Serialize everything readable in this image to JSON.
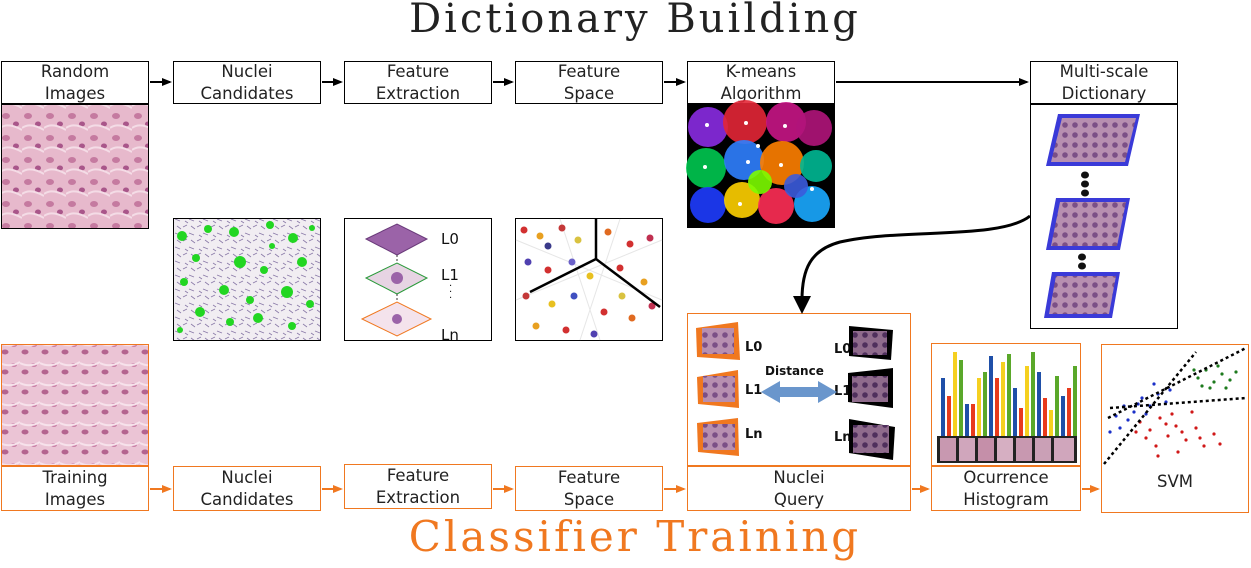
{
  "titles": {
    "top": "Dictionary Building",
    "bottom": "Classifier Training"
  },
  "top_row": {
    "random_images": [
      "Random",
      "Images"
    ],
    "nuclei_candidates": [
      "Nuclei",
      "Candidates"
    ],
    "feature_extraction": [
      "Feature",
      "Extraction"
    ],
    "feature_space": [
      "Feature",
      "Space"
    ],
    "kmeans": [
      "K-means",
      "Algorithm"
    ],
    "multiscale": [
      "Multi-scale",
      "Dictionary"
    ]
  },
  "bottom_row": {
    "training_images": [
      "Training",
      "Images"
    ],
    "nuclei_candidates": [
      "Nuclei",
      "Candidates"
    ],
    "feature_extraction": [
      "Feature",
      "Extraction"
    ],
    "feature_space": [
      "Feature",
      "Space"
    ],
    "nuclei_query": [
      "Nuclei",
      "Query"
    ],
    "occurrence_histogram": [
      "Ocurrence",
      "Histogram"
    ],
    "svm": "SVM"
  },
  "feature_levels": {
    "l0": "L0",
    "l1": "L1",
    "dots": "·\n·\n·",
    "ln": "Ln"
  },
  "query": {
    "left_levels": [
      "L0",
      "L1",
      "Ln"
    ],
    "right_levels": [
      "L0",
      "L1",
      "Ln"
    ],
    "distance": "Distance"
  },
  "colors": {
    "orange": "#f07820",
    "black": "#000000",
    "histo_blue": "#1f4fa8",
    "histo_red": "#e83a1c",
    "histo_yellow": "#f5d020",
    "histo_green": "#5aa82a",
    "distance_arrow": "#6a96cc"
  },
  "icons": {
    "flow_arrow": "arrow-right-icon",
    "curved_arrow": "curved-arrow-down-icon"
  }
}
